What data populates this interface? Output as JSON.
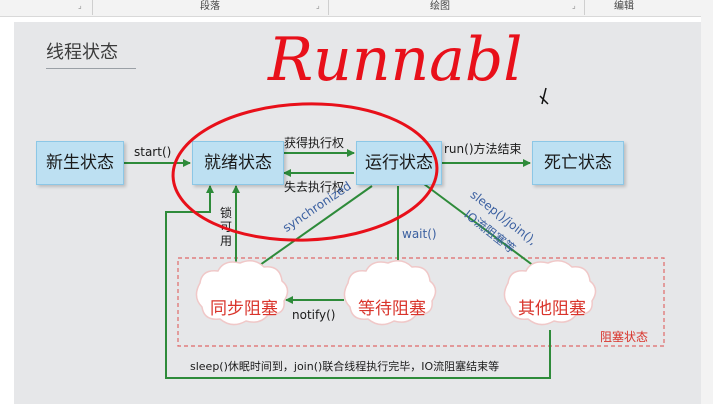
{
  "ribbon": {
    "groups": [
      "段落",
      "绘图",
      "编辑"
    ]
  },
  "slide": {
    "title": "线程状态"
  },
  "states": {
    "new": "新生状态",
    "ready": "就绪状态",
    "running": "运行状态",
    "dead": "死亡状态"
  },
  "blocked": {
    "sync": "同步阻塞",
    "wait": "等待阻塞",
    "other": "其他阻塞",
    "region": "阻塞状态"
  },
  "transitions": {
    "start": "start()",
    "acquire_cpu": "获得执行权",
    "lose_cpu": "失去执行权",
    "run_end": "run()方法结束",
    "synchronized": "synchronized",
    "wait": "wait()",
    "sleep_join_io_1": "sleep()/join(),",
    "sleep_join_io_2": "IO流阻塞等",
    "lock_available": "锁可用",
    "notify": "notify()",
    "return_condition": "sleep()休眠时间到，join()联合线程执行完毕，IO流阻塞结束等"
  },
  "annotation": {
    "handwritten": "Runnabl"
  },
  "colors": {
    "state_fill": "#bde0f2",
    "arrow": "#2e8b3a",
    "blocked_text": "#d9342b",
    "ink": "#e8101a"
  }
}
